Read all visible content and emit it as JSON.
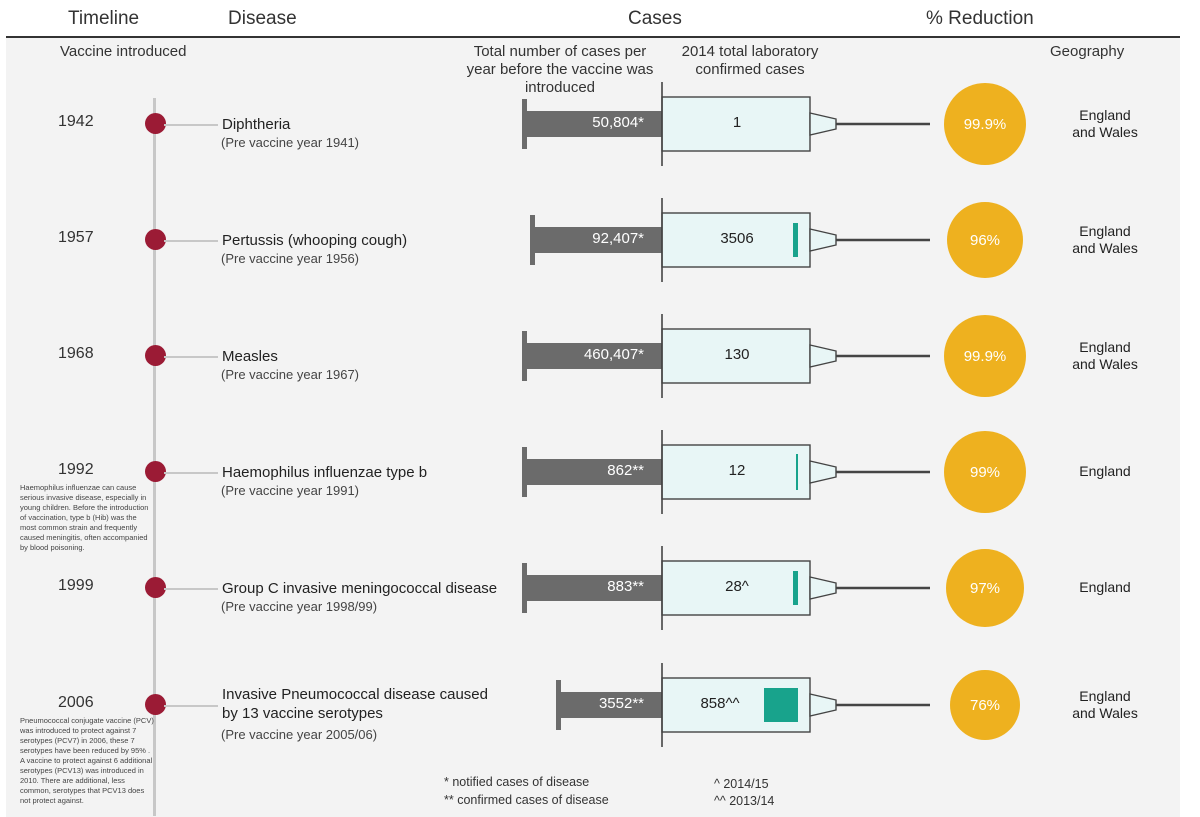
{
  "headers": {
    "timeline": "Timeline",
    "disease": "Disease",
    "cases": "Cases",
    "reduction": "% Reduction"
  },
  "subheaders": {
    "vaccine_introduced": "Vaccine introduced",
    "before_vaccine": "Total number of cases per year before the vaccine was introduced",
    "lab_2014": "2014 total laboratory confirmed cases",
    "geography": "Geography"
  },
  "colors": {
    "timeline_dot": "#9b1b35",
    "reduction_circle": "#eeb11f",
    "before_bar": "#6b6b6b",
    "barrel_fill": "#e8f6f6",
    "plunger_fill": "#18a38c"
  },
  "chart_data": {
    "type": "table",
    "rows": [
      {
        "year": "1942",
        "disease": "Diphtheria",
        "pre_vaccine": "(Pre vaccine year 1941)",
        "cases_before": "50,804*",
        "cases_before_value": 50804,
        "cases_2014": "1",
        "cases_2014_value": 1,
        "reduction": "99.9%",
        "reduction_value": 99.9,
        "geography": [
          "England",
          "and Wales"
        ]
      },
      {
        "year": "1957",
        "disease": "Pertussis (whooping cough)",
        "pre_vaccine": "(Pre vaccine year 1956)",
        "cases_before": "92,407*",
        "cases_before_value": 92407,
        "cases_2014": "3506",
        "cases_2014_value": 3506,
        "reduction": "96%",
        "reduction_value": 96,
        "geography": [
          "England",
          "and Wales"
        ]
      },
      {
        "year": "1968",
        "disease": "Measles",
        "pre_vaccine": "(Pre vaccine year 1967)",
        "cases_before": "460,407*",
        "cases_before_value": 460407,
        "cases_2014": "130",
        "cases_2014_value": 130,
        "reduction": "99.9%",
        "reduction_value": 99.9,
        "geography": [
          "England",
          "and Wales"
        ]
      },
      {
        "year": "1992",
        "disease": "Haemophilus influenzae type b",
        "pre_vaccine": "(Pre vaccine year 1991)",
        "cases_before": "862**",
        "cases_before_value": 862,
        "cases_2014": "12",
        "cases_2014_value": 12,
        "reduction": "99%",
        "reduction_value": 99,
        "geography": [
          "England"
        ],
        "note": "Haemophilus influenzae can cause serious invasive disease, especially in young children. Before the introduction of vaccination, type b (Hib) was the most common strain and frequently caused meningitis, often accompanied by blood poisoning."
      },
      {
        "year": "1999",
        "disease": "Group C invasive meningococcal disease",
        "pre_vaccine": "(Pre vaccine year 1998/99)",
        "cases_before": "883**",
        "cases_before_value": 883,
        "cases_2014": "28^",
        "cases_2014_value": 28,
        "reduction": "97%",
        "reduction_value": 97,
        "geography": [
          "England"
        ]
      },
      {
        "year": "2006",
        "disease": "Invasive Pneumococcal disease caused by 13 vaccine serotypes",
        "pre_vaccine": "(Pre vaccine year 2005/06)",
        "cases_before": "3552**",
        "cases_before_value": 3552,
        "cases_2014": "858^^",
        "cases_2014_value": 858,
        "reduction": "76%",
        "reduction_value": 76,
        "geography": [
          "England",
          "and Wales"
        ],
        "note": "Pneumococcal conjugate vaccine (PCV) was introduced to protect against 7 serotypes (PCV7) in 2006, these 7 serotypes have been reduced by 95% . A vaccine to protect against 6 additional serotypes (PCV13) was introduced in 2010. There are additional, less common, serotypes that PCV13 does not protect against."
      }
    ]
  },
  "footnotes": {
    "notified": "*  notified cases of disease",
    "confirmed": "** confirmed cases of disease",
    "caret1": "^  2014/15",
    "caret2": "^^ 2013/14"
  }
}
